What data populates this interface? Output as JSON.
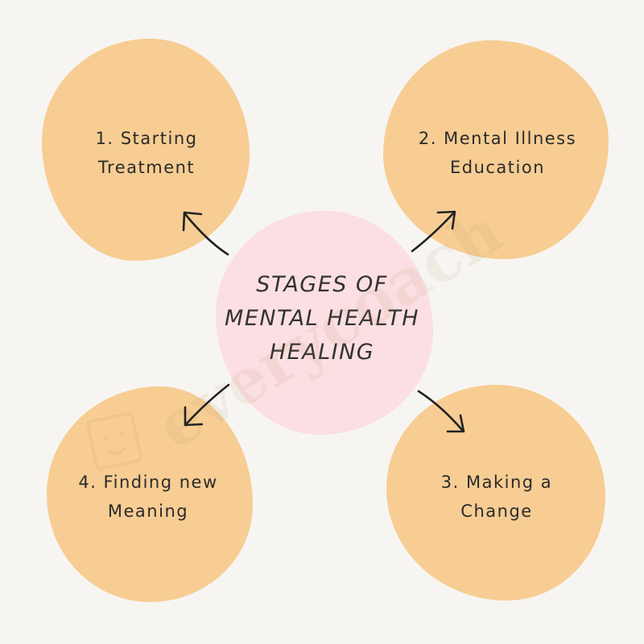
{
  "diagram": {
    "center_title": "STAGES OF\nMENTAL HEALTH\nHEALING",
    "stages": [
      {
        "id": "stage-1",
        "label": "1. Starting\nTreatment"
      },
      {
        "id": "stage-2",
        "label": "2. Mental Illness\nEducation"
      },
      {
        "id": "stage-3",
        "label": "3. Making a\nChange"
      },
      {
        "id": "stage-4",
        "label": "4. Finding new\nMeaning"
      }
    ],
    "watermark": "everycoach"
  },
  "colors": {
    "background": "#f7f5f2",
    "stage_blob": "#f7cd93",
    "center_blob": "#fbdfe2",
    "text": "#2b2b2b",
    "arrow": "#222222"
  }
}
